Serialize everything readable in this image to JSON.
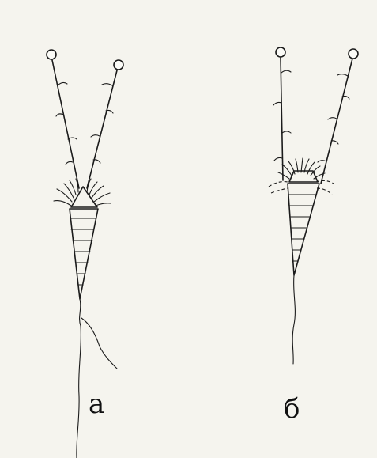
{
  "figure": {
    "paper_color": "#f5f4ee",
    "ink_color": "#1b1b1b",
    "panels": [
      {
        "id": "a",
        "label": "а"
      },
      {
        "id": "b",
        "label": "б"
      }
    ]
  }
}
